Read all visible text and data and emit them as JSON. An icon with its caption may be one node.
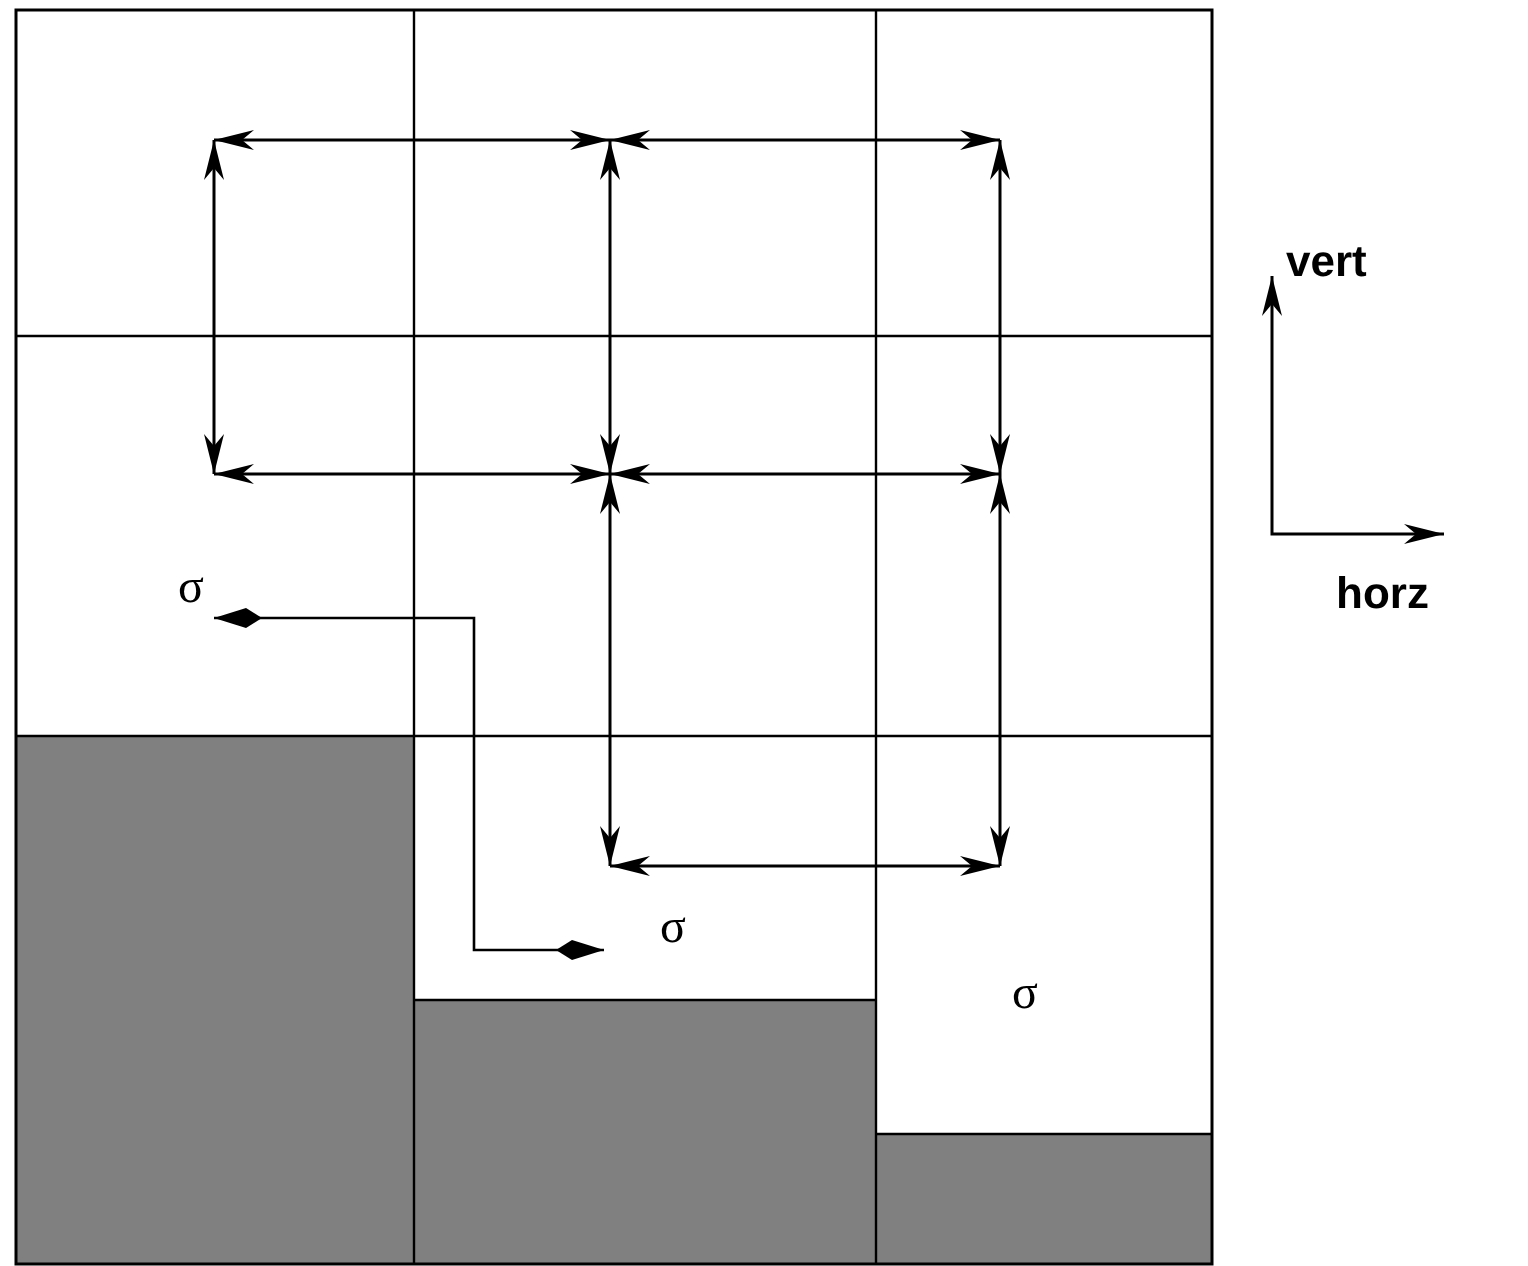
{
  "diagram": {
    "labels": [
      "vert",
      "σ",
      "horz",
      "σ",
      "σ"
    ]
  }
}
